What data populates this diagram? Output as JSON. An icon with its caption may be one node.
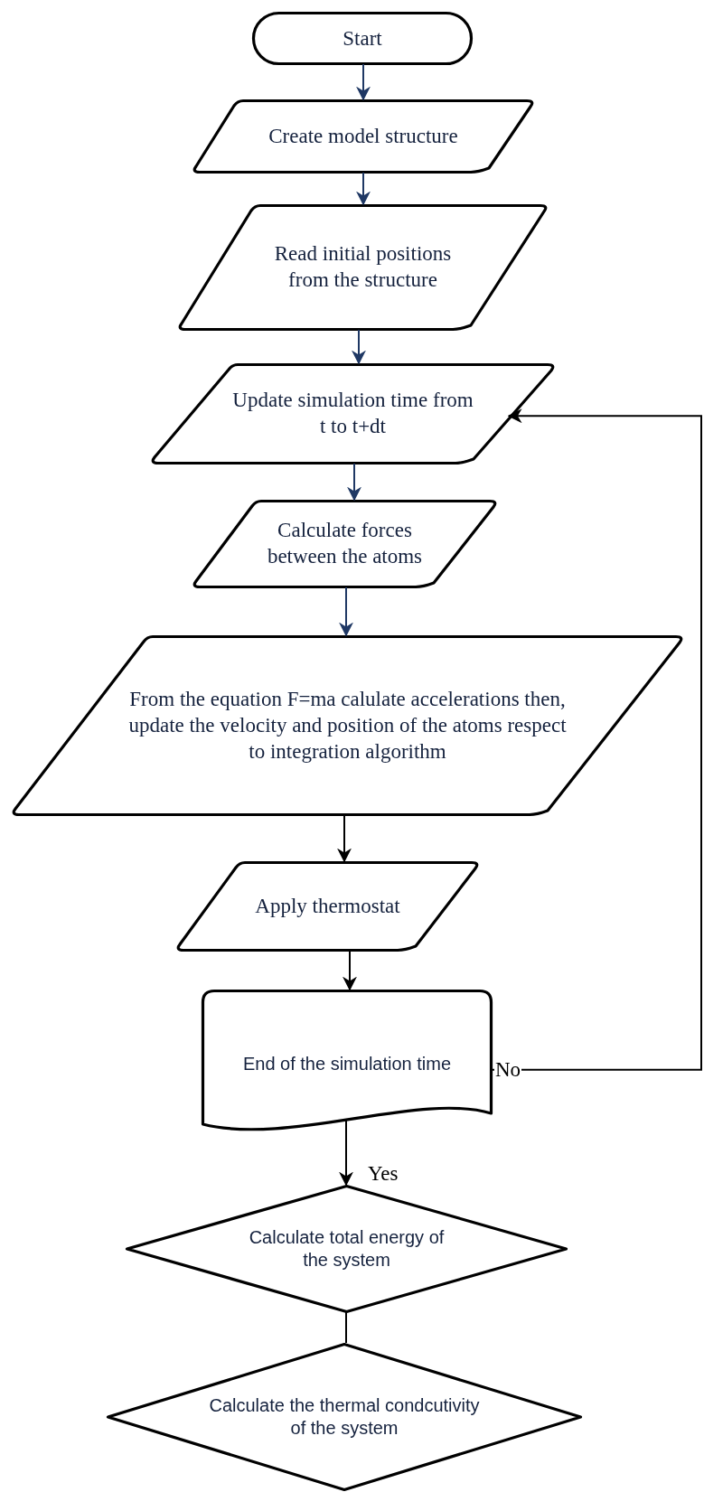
{
  "diagram": {
    "nodes": [
      {
        "text": [
          "Start"
        ]
      },
      {
        "text": [
          "Create model structure"
        ]
      },
      {
        "text": [
          "Read initial positions from the structure"
        ]
      },
      {
        "text": [
          "Update simulation time from t to t+dt"
        ]
      },
      {
        "text": [
          "Calculate forces between the atoms"
        ]
      },
      {
        "text": [
          "From the equation F=ma calulate accelerations then, update the velocity and position of the atoms respect to integration algorithm"
        ]
      },
      {
        "text": [
          "Apply thermostat"
        ]
      },
      {
        "text": [
          "End of the simulation time"
        ]
      },
      {
        "text": [
          "Calculate total energy of the system"
        ]
      },
      {
        "text": [
          "Calculate the thermal condcutivity of the system"
        ]
      }
    ],
    "edges": [
      {
        "from": 0,
        "to": 1,
        "arrow": "to"
      },
      {
        "from": 1,
        "to": 2,
        "arrow": "to"
      },
      {
        "from": 2,
        "to": 3,
        "arrow": "to"
      },
      {
        "from": 3,
        "to": 4,
        "arrow": "to"
      },
      {
        "from": 4,
        "to": 5,
        "arrow": "to"
      },
      {
        "from": 5,
        "to": 6,
        "arrow": "to",
        "color": "#000000"
      },
      {
        "from": 6,
        "to": 7,
        "arrow": "to",
        "color": "#000000"
      },
      {
        "from": 7,
        "to": 8,
        "arrow": "to",
        "label": "Yes",
        "color": "#000000"
      },
      {
        "from": 7,
        "to": 3,
        "arrow": "to",
        "label": "No",
        "color": "#000000"
      },
      {
        "from": 8,
        "to": 9,
        "arrow": "none",
        "color": "#000000"
      }
    ]
  }
}
